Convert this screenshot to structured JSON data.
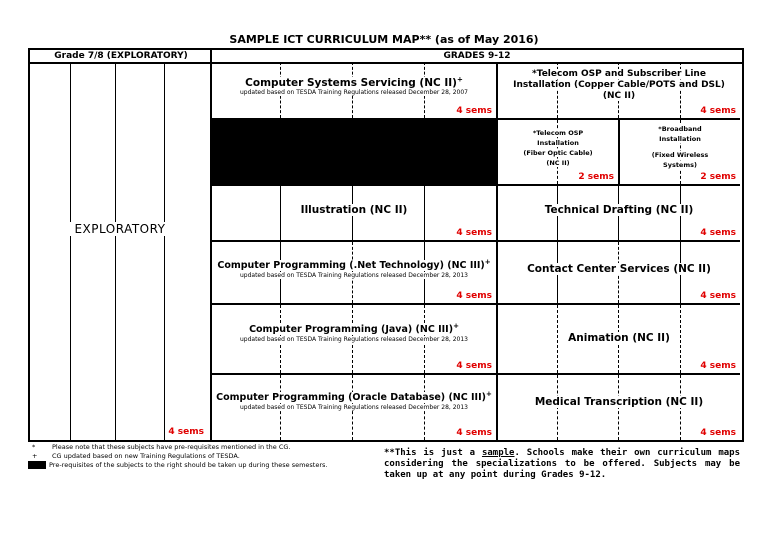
{
  "title": "SAMPLE ICT CURRICULUM MAP** (as of May 2016)",
  "headers": {
    "left": "Grade 7/8 (EXPLORATORY)",
    "right": "GRADES 9-12"
  },
  "exploratory": {
    "label": "EXPLORATORY",
    "sems": "4 sems"
  },
  "rows": [
    {
      "left": {
        "title": "Computer Systems Servicing (NC II)",
        "sup": "+",
        "sub": "updated based on TESDA Training Regulations released December 28, 2007",
        "sems": "4 sems"
      },
      "right": {
        "title_l1": "*Telecom OSP and Subscriber Line",
        "title_l2": "Installation (Copper Cable/POTS and DSL)",
        "title_l3": "(NC II)",
        "sems": "4 sems"
      }
    },
    {
      "left": {
        "black": true
      },
      "right_a": {
        "l1": "*Telecom OSP",
        "l2": "Installation",
        "l3": "(Fiber Optic Cable)",
        "l4": "(NC II)",
        "sems": "2 sems"
      },
      "right_b": {
        "l1": "*Broadband",
        "l2": "Installation",
        "l3": "(Fixed Wireless",
        "l4": "Systems)",
        "sems": "2 sems"
      }
    },
    {
      "left": {
        "title": "Illustration (NC II)",
        "sems": "4 sems"
      },
      "right": {
        "title": "Technical Drafting (NC II)",
        "sems": "4 sems"
      }
    },
    {
      "left": {
        "title": "Computer Programming (.Net Technology) (NC III)",
        "sup": "+",
        "sub": "updated based on TESDA Training Regulations released December 28, 2013",
        "sems": "4 sems"
      },
      "right": {
        "title": "Contact Center Services (NC II)",
        "sems": "4 sems"
      }
    },
    {
      "left": {
        "title": "Computer Programming (Java) (NC III)",
        "sup": "+",
        "sub": "updated based on TESDA Training Regulations released December 28, 2013",
        "sems": "4 sems"
      },
      "right": {
        "title": "Animation (NC II)",
        "sems": "4 sems"
      }
    },
    {
      "left": {
        "title": "Computer Programming (Oracle Database) (NC III)",
        "sup": "+",
        "sub": "updated based on TESDA Training Regulations released December 28, 2013",
        "sems": "4 sems"
      },
      "right": {
        "title": "Medical Transcription (NC II)",
        "sems": "4 sems"
      }
    }
  ],
  "footnotes": {
    "star_sym": "*",
    "star": "Please note that these subjects have pre-requisites mentioned in the CG.",
    "plus_sym": "+",
    "plus": "CG updated based on new Training Regulations of TESDA.",
    "black": "Pre-requisites of the subjects to the right should be taken up during these semesters."
  },
  "note": {
    "prefix": "**This is just a ",
    "underlined": "sample",
    "suffix": ".  Schools make their own curriculum maps considering the specializations to be offered.  Subjects may be taken up at any point during Grades 9-12."
  }
}
